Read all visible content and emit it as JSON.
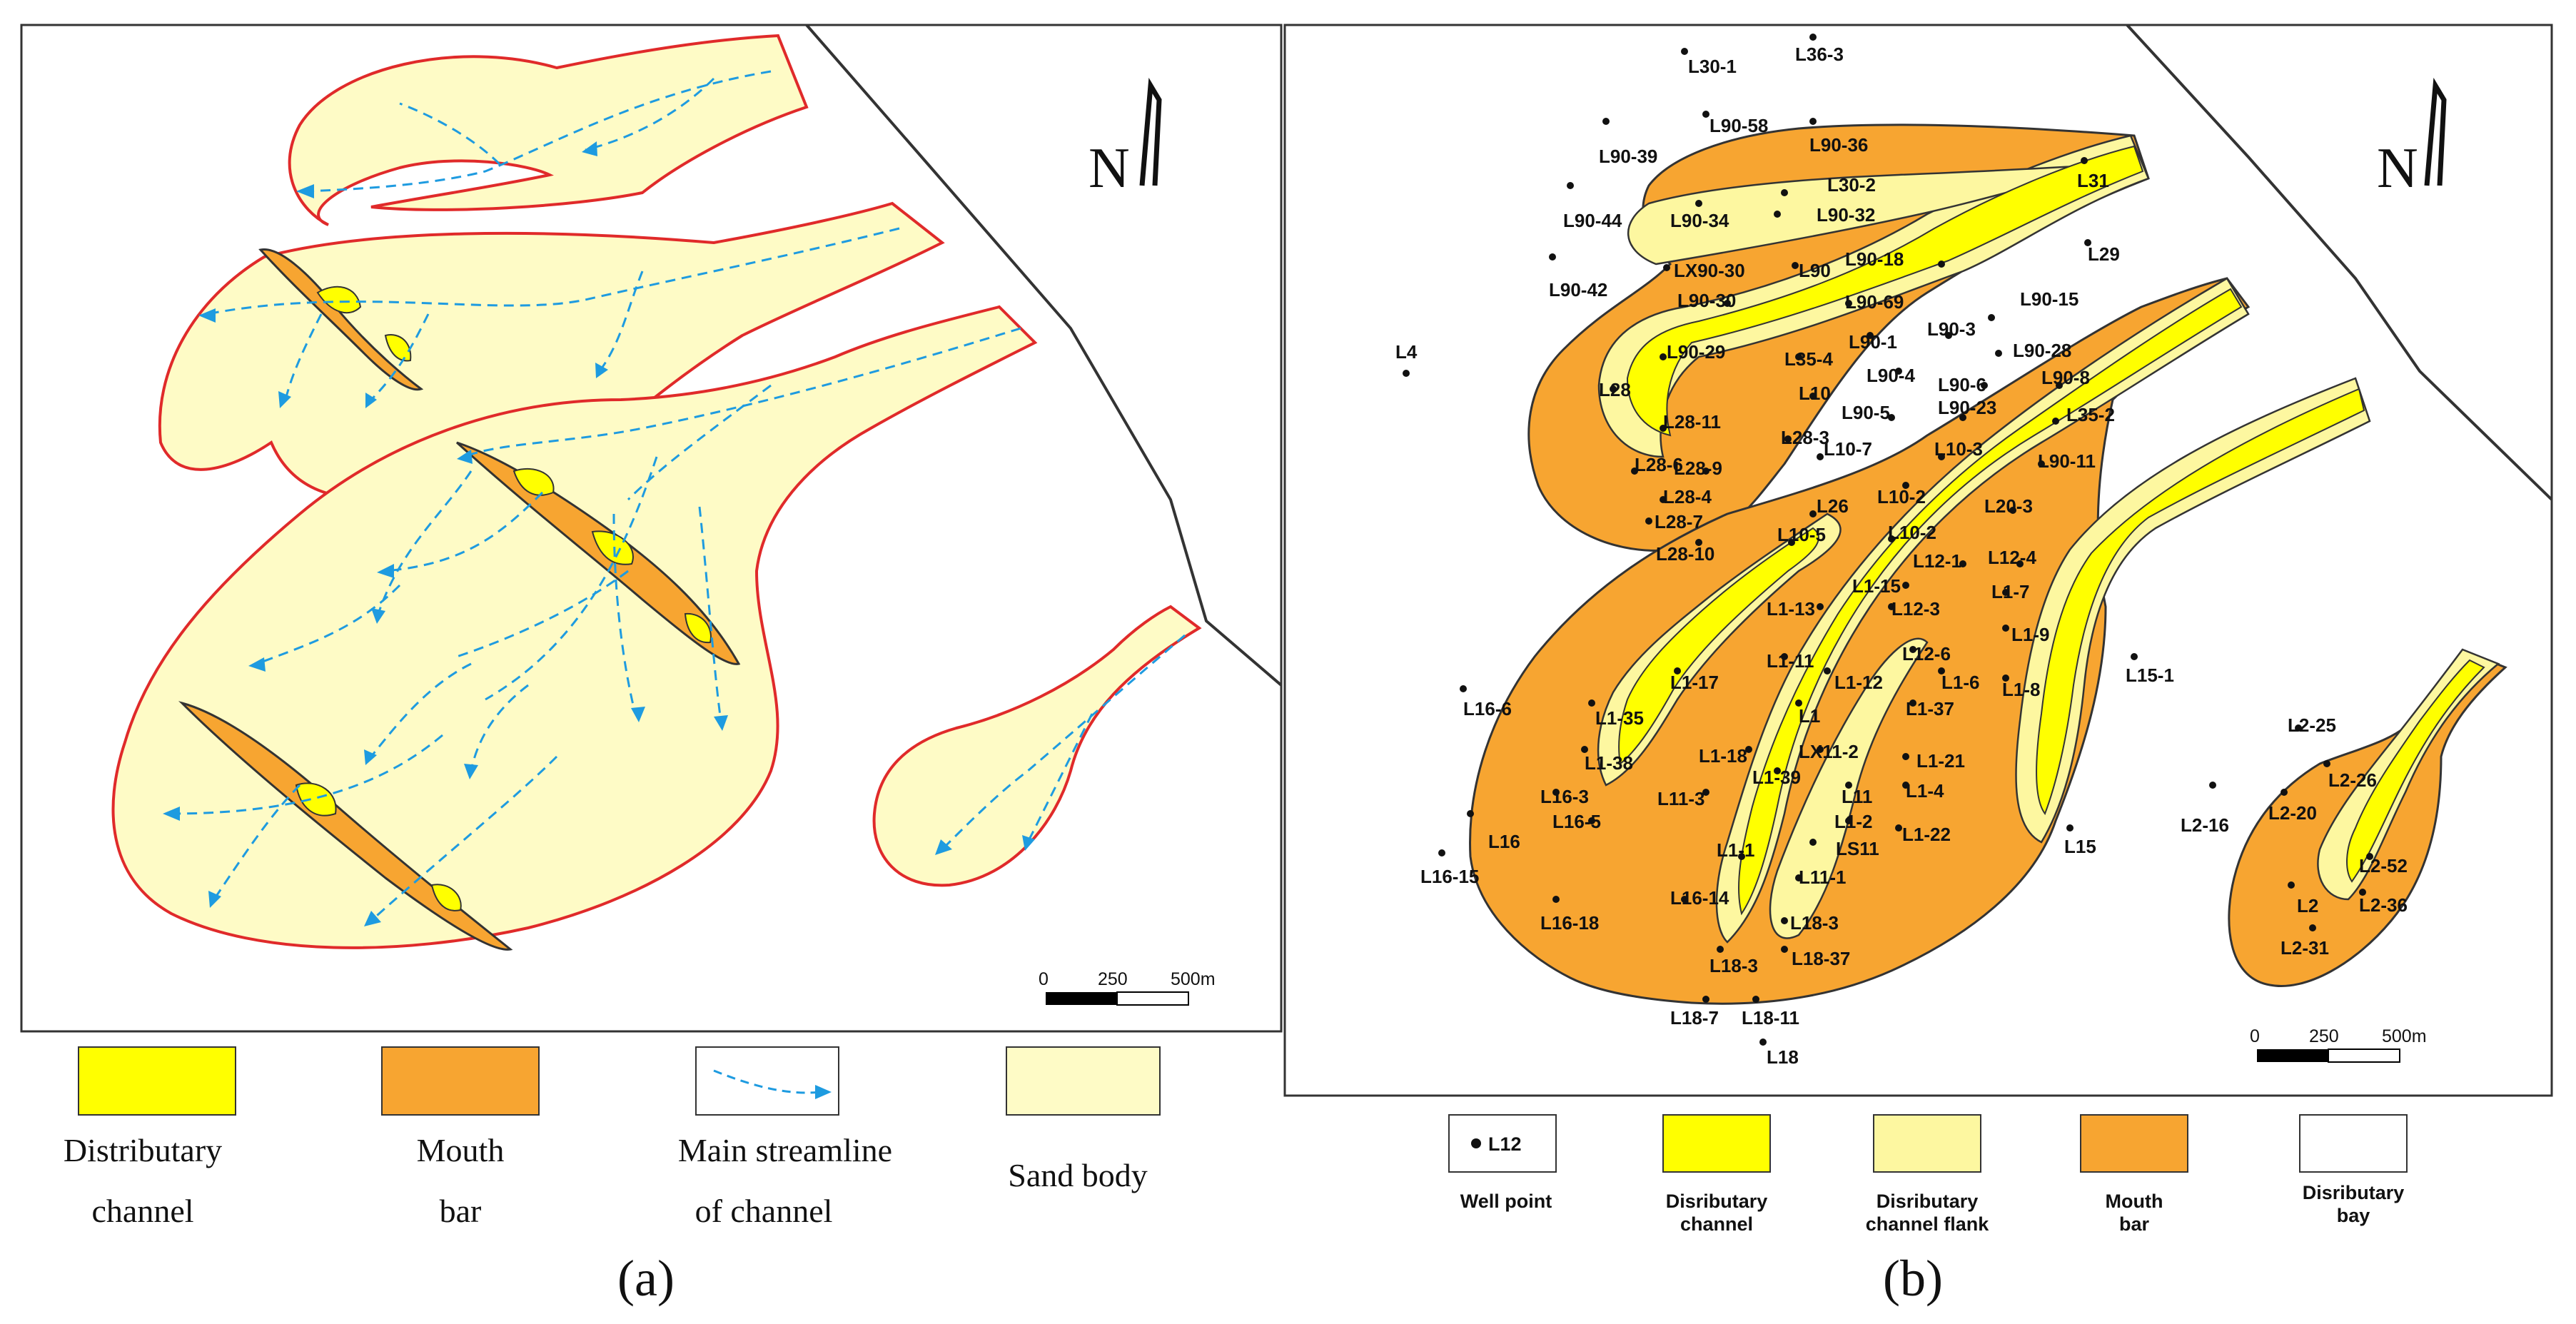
{
  "panel_a": {
    "label": "(a)",
    "north": "N",
    "scale": {
      "ticks": [
        "0",
        "250",
        "500m"
      ]
    },
    "legend": [
      {
        "id": "distributary-channel",
        "line1": "Distributary",
        "line2": "channel",
        "color": "#ffff00"
      },
      {
        "id": "mouth-bar",
        "line1": "Mouth",
        "line2": "bar",
        "color": "#f7a531"
      },
      {
        "id": "main-streamline",
        "line1": "Main streamline",
        "line2": "of channel",
        "color": "#1e9be0"
      },
      {
        "id": "sand-body",
        "line1": "Sand body",
        "line2": "",
        "color": "#fefbc6"
      }
    ]
  },
  "panel_b": {
    "label": "(b)",
    "north": "N",
    "scale": {
      "ticks": [
        "0",
        "250",
        "500m"
      ]
    },
    "legend": [
      {
        "id": "well-point",
        "line1": "Well point",
        "line2": "",
        "sample": "L12",
        "color": "#ffffff"
      },
      {
        "id": "disributary-channel",
        "line1": "Disributary",
        "line2": "channel",
        "color": "#ffff00"
      },
      {
        "id": "disributary-channel-flank",
        "line1": "Disributary",
        "line2": "channel flank",
        "color": "#fdf7a0"
      },
      {
        "id": "mouth-bar",
        "line1": "Mouth",
        "line2": "bar",
        "color": "#f7a531"
      },
      {
        "id": "disributary-bay",
        "line1": "Disributary",
        "line2": "bay",
        "color": "#ffffff"
      }
    ],
    "wells": [
      "L30-1",
      "L36-3",
      "L90-58",
      "L90-39",
      "L90-36",
      "L30-2",
      "L31",
      "L90-44",
      "L90-34",
      "L90-32",
      "LX90-30",
      "L90",
      "L90-18",
      "L29",
      "L90-42",
      "L90-30",
      "L90-69",
      "L90-15",
      "L90-3",
      "L90-28",
      "L4",
      "L90-29",
      "L35-4",
      "L90-1",
      "L90-4",
      "L90-6",
      "L90-8",
      "L28",
      "L10",
      "L90-5",
      "L90-23",
      "L35-2",
      "L28-11",
      "L28-3",
      "L10-7",
      "L10-3",
      "L90-11",
      "L28-6",
      "L28-9",
      "L28-4",
      "L10-2",
      "L26",
      "L20-3",
      "L28-7",
      "L10-5",
      "L10-2",
      "L12-1",
      "L12-4",
      "L28-10",
      "L1-15",
      "L1-7",
      "L1-13",
      "L12-3",
      "L1-9",
      "L1-11",
      "L15-1",
      "L1-17",
      "L1-12",
      "L12-6",
      "L1-6",
      "L1-8",
      "L16-6",
      "L1-35",
      "L1",
      "L1-37",
      "L2-25",
      "L1-38",
      "L1-18",
      "LX11-2",
      "L1-21",
      "L1-39",
      "L2-26",
      "L16-3",
      "L11-3",
      "L11",
      "L1-4",
      "L16-5",
      "L1-2",
      "L2-16",
      "L2-20",
      "L16",
      "LS11",
      "L1-22",
      "L15",
      "L1-1",
      "L2-52",
      "L16-15",
      "L11-1",
      "L2",
      "L2-36",
      "L16-14",
      "L16-18",
      "L18-3",
      "L2-31",
      "L18-3",
      "L18-37",
      "L18-7",
      "L18-11",
      "L18"
    ]
  }
}
